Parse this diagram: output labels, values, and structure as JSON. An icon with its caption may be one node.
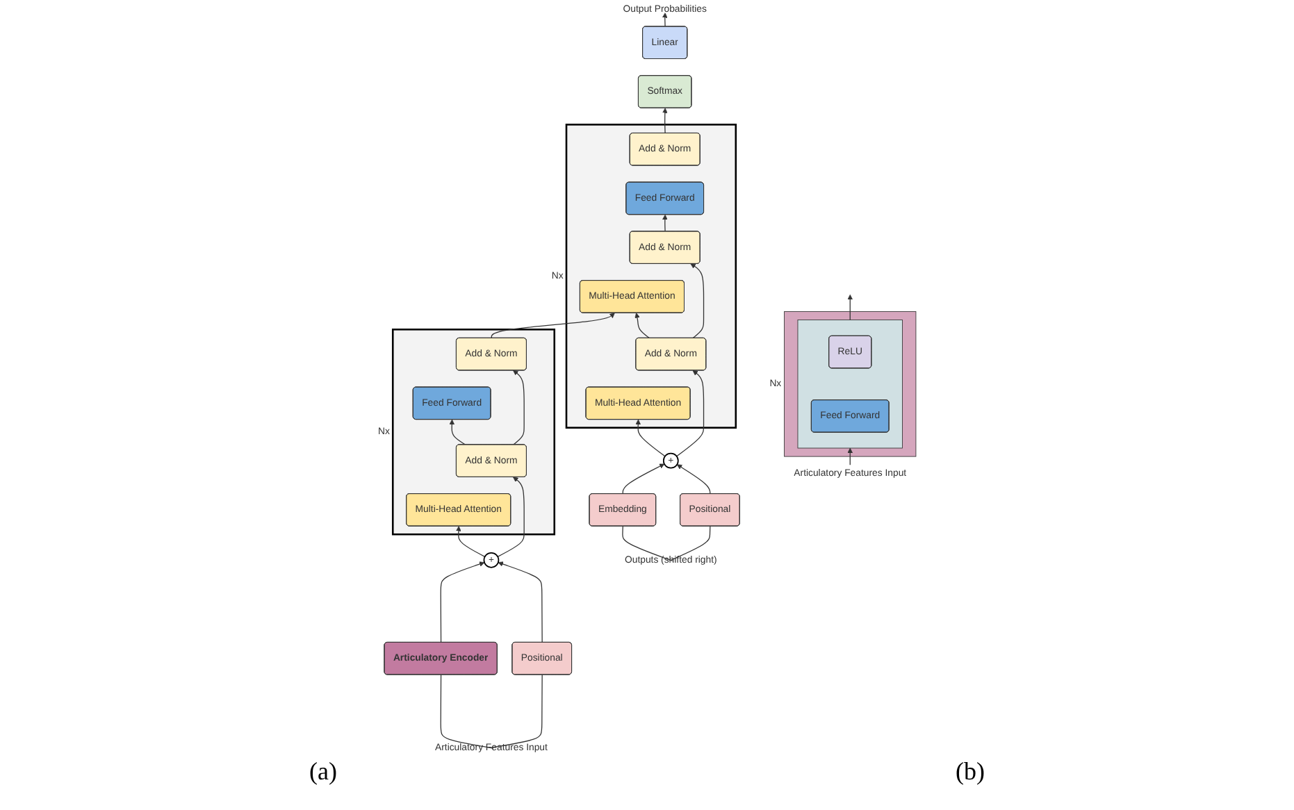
{
  "diagram": {
    "nodes": [
      {
        "text": [],
        "shape": "box",
        "beside": [
          "Nx"
        ]
      },
      {
        "text": [
          "Add & Norm"
        ],
        "in": 0
      },
      {
        "text": [
          "Feed Forward"
        ],
        "in": 0
      },
      {
        "text": [
          "Add & Norm"
        ],
        "in": 0
      },
      {
        "text": [
          "Multi-Head Attention"
        ],
        "in": 0
      },
      {
        "text": [
          "+"
        ]
      },
      {
        "text": [
          "Articulatory Encoder"
        ]
      },
      {
        "text": [
          "Positional"
        ]
      },
      {
        "text": [
          "Articulatory Features Input"
        ]
      },
      {
        "text": [],
        "shape": "box",
        "beside": [
          "Nx"
        ]
      },
      {
        "text": [
          "Add & Norm"
        ],
        "in": 9
      },
      {
        "text": [
          "Feed Forward"
        ],
        "in": 9
      },
      {
        "text": [
          "Add & Norm"
        ],
        "in": 9
      },
      {
        "text": [
          "Multi-Head Attention"
        ],
        "in": 9
      },
      {
        "text": [
          "Add & Norm"
        ],
        "in": 9
      },
      {
        "text": [
          "Multi-Head Attention"
        ],
        "in": 9
      },
      {
        "text": [
          "+"
        ]
      },
      {
        "text": [
          "Embedding"
        ]
      },
      {
        "text": [
          "Positional"
        ]
      },
      {
        "text": [
          "Outputs (shifted right)"
        ]
      },
      {
        "text": [
          "Softmax"
        ]
      },
      {
        "text": [
          "Linear"
        ]
      },
      {
        "text": [
          "Output Probabilities"
        ]
      },
      {
        "text": [],
        "shape": "box",
        "beside": [
          "Nx"
        ]
      },
      {
        "text": [],
        "shape": "box",
        "in": 23
      },
      {
        "text": [
          "ReLU"
        ],
        "in": 24
      },
      {
        "text": [
          "Feed Forward"
        ],
        "in": 24
      },
      {
        "text": [
          "Articulatory Features Input"
        ]
      }
    ],
    "edges": [
      {
        "from": 8,
        "to": 6,
        "arrow": "none"
      },
      {
        "from": 8,
        "to": 7,
        "arrow": "none"
      },
      {
        "from": 6,
        "to": 5,
        "arrow": "to"
      },
      {
        "from": 7,
        "to": 5,
        "arrow": "to"
      },
      {
        "from": 5,
        "to": 4,
        "arrow": "to"
      },
      {
        "from": 5,
        "to": 3,
        "arrow": "to"
      },
      {
        "from": 3,
        "to": 2,
        "arrow": "to"
      },
      {
        "from": 3,
        "to": 1,
        "arrow": "to"
      },
      {
        "from": 1,
        "to": 13,
        "arrow": "to"
      },
      {
        "from": 19,
        "to": 17,
        "arrow": "none"
      },
      {
        "from": 19,
        "to": 18,
        "arrow": "none"
      },
      {
        "from": 17,
        "to": 16,
        "arrow": "to"
      },
      {
        "from": 18,
        "to": 16,
        "arrow": "to"
      },
      {
        "from": 16,
        "to": 15,
        "arrow": "to"
      },
      {
        "from": 16,
        "to": 14,
        "arrow": "to"
      },
      {
        "from": 14,
        "to": 13,
        "arrow": "to"
      },
      {
        "from": 14,
        "to": 12,
        "arrow": "to"
      },
      {
        "from": 12,
        "to": 11,
        "arrow": "to"
      },
      {
        "from": 10,
        "to": 20,
        "arrow": "to"
      },
      {
        "from": 21,
        "to": 22,
        "arrow": "to"
      },
      {
        "from": 27,
        "to": 24,
        "arrow": "to"
      },
      {
        "from": 24,
        "to": null,
        "arrow": "to"
      }
    ],
    "labels": [
      "(a)",
      "(b)"
    ]
  }
}
